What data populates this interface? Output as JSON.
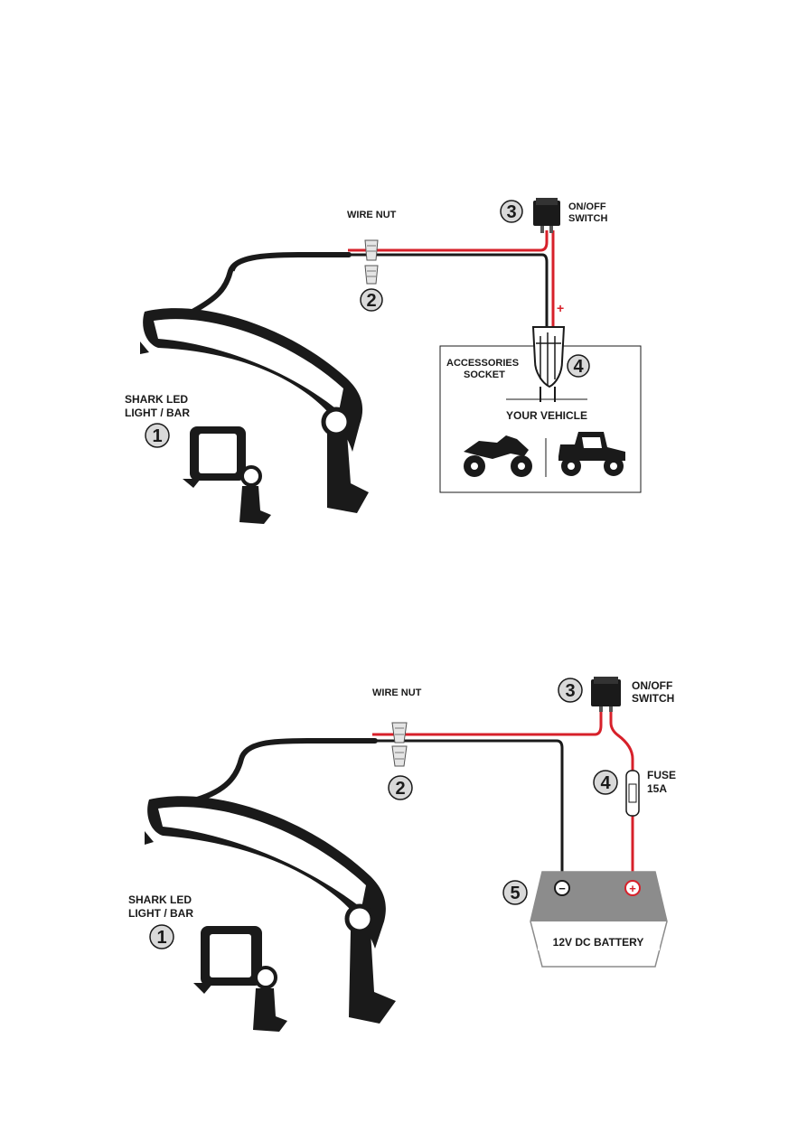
{
  "diagram_top": {
    "wire_nut_label": "WIRE NUT",
    "step_2": "2",
    "step_3": "3",
    "switch_label_1": "ON/OFF",
    "switch_label_2": "SWITCH",
    "plus_sign": "+",
    "socket_label_1": "ACCESSORIES",
    "socket_label_2": "SOCKET",
    "step_4": "4",
    "vehicle_label": "YOUR VEHICLE",
    "light_label_1": "SHARK LED",
    "light_label_2": "LIGHT / BAR",
    "step_1": "1"
  },
  "diagram_bottom": {
    "wire_nut_label": "WIRE NUT",
    "step_2": "2",
    "step_3": "3",
    "switch_label_1": "ON/OFF",
    "switch_label_2": "SWITCH",
    "step_4": "4",
    "fuse_label_1": "FUSE",
    "fuse_label_2": "15A",
    "step_5": "5",
    "battery_label": "12V DC BATTERY",
    "negative_sign": "−",
    "positive_sign": "+",
    "light_label_1": "SHARK LED",
    "light_label_2": "LIGHT / BAR",
    "step_1": "1"
  },
  "colors": {
    "wire_positive": "#d7202a",
    "wire_negative": "#1a1a1a",
    "badge_fill": "#d9d9d9",
    "battery_fill": "#8c8c8c"
  }
}
